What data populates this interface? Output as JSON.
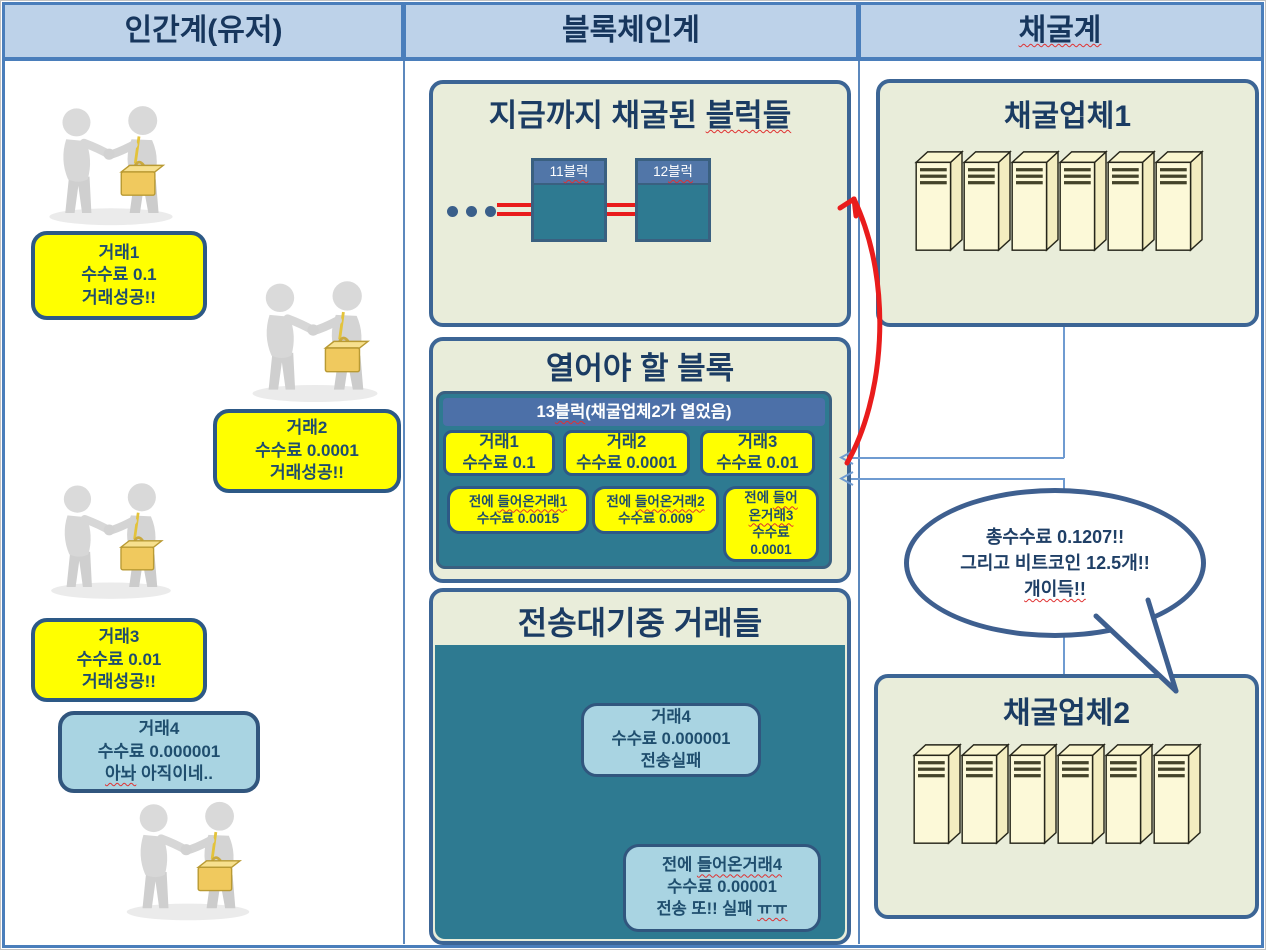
{
  "colors": {
    "accent_blue": "#4a7ebb",
    "header_fill": "#bdd2e9",
    "panel_cream": "#e9edda",
    "panel_border": "#3c6595",
    "teal": "#2e7a91",
    "block_header_blue": "#4c70a8",
    "yellow": "#ffff00",
    "light_blue_box": "#a9d4e2",
    "red": "#e91c1c",
    "connector_blue": "#6f9bd1",
    "navy_text": "#17365d"
  },
  "header": {
    "human": "인간계(유저)",
    "blockchain": "블록체인계",
    "mining": [
      [
        "채굴계",
        1
      ]
    ]
  },
  "human_col": {
    "tx1": [
      "거래1",
      "수수료 0.1",
      "거래성공!!"
    ],
    "tx2": [
      "거래2",
      "수수료 0.0001",
      "거래성공!!"
    ],
    "tx3": [
      "거래3",
      "수수료 0.01",
      "거래성공!!"
    ],
    "tx4": [
      "거래4",
      "수수료 0.000001",
      [
        [
          "아놔",
          1
        ],
        [
          " 아직이네..",
          0
        ]
      ]
    ]
  },
  "blockchain_col": {
    "mined_panel": {
      "title": [
        [
          "지금까지 채굴된 ",
          0
        ],
        [
          "블럭들",
          1
        ]
      ],
      "block11": [
        [
          "11",
          0
        ],
        [
          "블럭",
          1
        ]
      ],
      "block12": [
        [
          "12",
          0
        ],
        [
          "블럭",
          1
        ]
      ]
    },
    "open_panel": {
      "title": "열어야 할 블록",
      "block13_header": [
        [
          "13",
          0
        ],
        [
          "블럭",
          1
        ],
        [
          "(채굴업체2가 열었음)",
          0
        ]
      ],
      "tx1": [
        "거래1",
        "수수료 0.1"
      ],
      "tx2": [
        "거래2",
        "수수료 0.0001"
      ],
      "tx3": [
        "거래3",
        "수수료 0.01"
      ],
      "prev1": [
        [
          [
            "전에 ",
            0
          ],
          [
            "들어온거래1",
            1
          ]
        ],
        "수수료 0.0015"
      ],
      "prev2": [
        [
          [
            "전에 ",
            0
          ],
          [
            "들어온거래2",
            1
          ]
        ],
        "수수료 0.009"
      ],
      "prev3": [
        [
          [
            "전에 ",
            0
          ],
          [
            "들어",
            1
          ]
        ],
        [
          [
            "온거래3",
            1
          ]
        ],
        "수수료",
        "0.0001"
      ]
    },
    "pending_panel": {
      "title": "전송대기중 거래들",
      "tx4": [
        "거래4",
        "수수료 0.000001",
        "전송실패"
      ],
      "prev4": [
        [
          [
            "전에 ",
            0
          ],
          [
            "들어온거래4",
            1
          ]
        ],
        "수수료 0.00001",
        [
          [
            "전송 또!! 실패 ",
            0
          ],
          [
            "ㅠㅠ",
            1
          ]
        ]
      ]
    }
  },
  "mining_col": {
    "miner1_title": "채굴업체1",
    "miner2_title": "채굴업체2",
    "bubble": [
      "총수수료 0.1207!!",
      "그리고 비트코인 12.5개!!",
      [
        [
          "개이득!!",
          1
        ]
      ]
    ]
  }
}
